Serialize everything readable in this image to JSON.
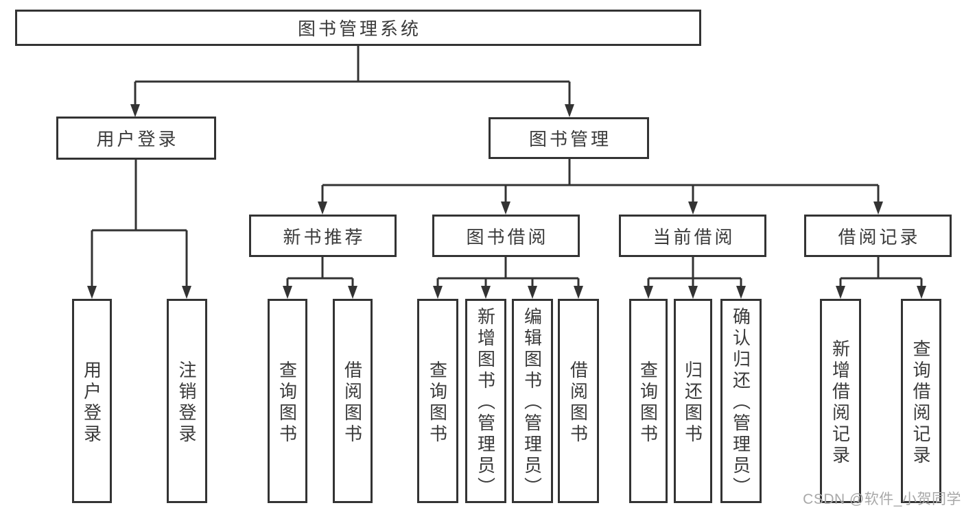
{
  "tree": {
    "root": {
      "label": "图书管理系统",
      "children": [
        {
          "label": "用户登录",
          "children": [
            {
              "label": "用户登录"
            },
            {
              "label": "注销登录"
            }
          ]
        },
        {
          "label": "图书管理",
          "children": [
            {
              "label": "新书推荐",
              "children": [
                {
                  "label": "查询图书"
                },
                {
                  "label": "借阅图书"
                }
              ]
            },
            {
              "label": "图书借阅",
              "children": [
                {
                  "label": "查询图书"
                },
                {
                  "label": "新增图书（管理员）"
                },
                {
                  "label": "编辑图书（管理员）"
                },
                {
                  "label": "借阅图书"
                }
              ]
            },
            {
              "label": "当前借阅",
              "children": [
                {
                  "label": "查询图书"
                },
                {
                  "label": "归还图书"
                },
                {
                  "label": "确认归还（管理员）"
                }
              ]
            },
            {
              "label": "借阅记录",
              "children": [
                {
                  "label": "新增借阅记录"
                },
                {
                  "label": "查询借阅记录"
                }
              ]
            }
          ]
        }
      ]
    }
  },
  "watermark": {
    "text": "CSDN @软件_小贺同学"
  },
  "colors": {
    "line": "#333333",
    "box_border": "#333333",
    "box_background": "#ffffff",
    "text": "#3a3a3a",
    "watermark": "#a8a8a8",
    "page_background": "#ffffff"
  }
}
